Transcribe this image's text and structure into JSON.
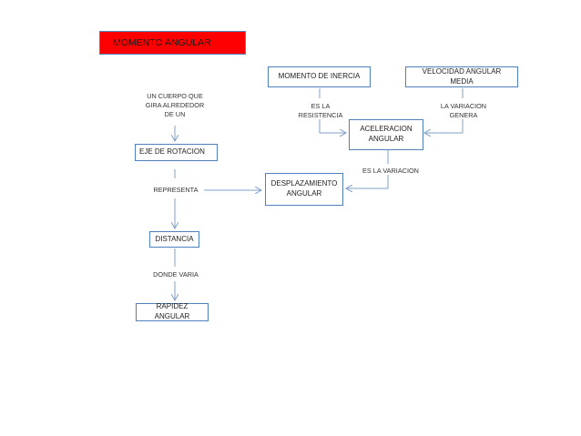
{
  "title": "MOMENTO ANGULAR",
  "nodes": {
    "eje": "EJE DE ROTACION",
    "distancia": "DISTANCIA",
    "rapidez": "RAPIDEZ ANGULAR",
    "inercia": "MOMENTO DE INERCIA",
    "velocidad": "VELOCIDAD ANGULAR MEDIA",
    "aceleracion_1": "ACELERACION",
    "aceleracion_2": "ANGULAR",
    "desplazamiento_1": "DESPLAZAMIENTO",
    "desplazamiento_2": "ANGULAR"
  },
  "links": {
    "cuerpo_1": "UN CUERPO QUE",
    "cuerpo_2": "GIRA ALREDEDOR",
    "cuerpo_3": "DE UN",
    "representa": "REPRESENTA",
    "donde_varia": "DONDE VARIA",
    "resistencia_1": "ES LA",
    "resistencia_2": "RESISTENCIA",
    "genera_1": "LA VARIACION",
    "genera_2": "GENERA",
    "variacion": "ES LA VARIACION"
  },
  "colors": {
    "title_bg": "#ff0000",
    "border": "#4f81bd",
    "arrow": "#7f9fc8"
  }
}
